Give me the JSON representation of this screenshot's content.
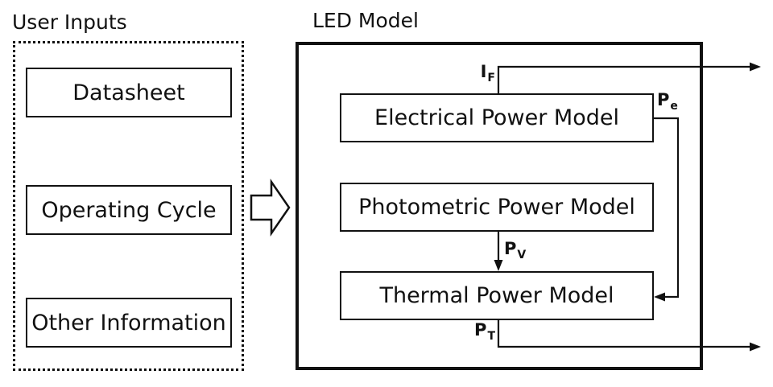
{
  "user_inputs": {
    "title": "User Inputs",
    "items": [
      {
        "label": "Datasheet"
      },
      {
        "label": "Operating Cycle"
      },
      {
        "label": "Other Information"
      }
    ]
  },
  "led_model": {
    "title": "LED Model",
    "blocks": [
      {
        "label": "Electrical Power Model"
      },
      {
        "label": "Photometric Power Model"
      },
      {
        "label": "Thermal Power Model"
      }
    ]
  },
  "signals": {
    "forward_current": {
      "main": "I",
      "sub": "F"
    },
    "electrical_power": {
      "main": "P",
      "sub": "e"
    },
    "photometric_power": {
      "main": "P",
      "sub": "V"
    },
    "thermal_power": {
      "main": "P",
      "sub": "T"
    }
  },
  "colors": {
    "ink": "#111111",
    "background": "#ffffff"
  }
}
